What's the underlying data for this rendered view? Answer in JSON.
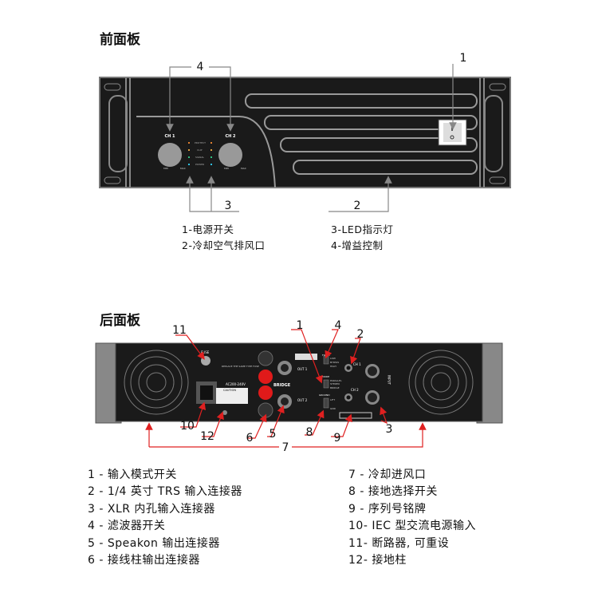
{
  "front": {
    "title": "前面板",
    "callouts": [
      "1",
      "2",
      "3",
      "4"
    ],
    "panel_labels": {
      "ch1": "CH 1",
      "ch2": "CH 2",
      "protect": "PROTECT",
      "clip": "CLIP",
      "signal": "SIGNAL",
      "power": "POWER",
      "min": "MIN",
      "max": "MAX"
    },
    "legend": [
      "1-电源开关",
      "2-冷却空气排风口",
      "3-LED指示灯",
      "4-增益控制"
    ]
  },
  "rear": {
    "title": "后面板",
    "callouts": [
      "1",
      "2",
      "3",
      "4",
      "5",
      "6",
      "7",
      "8",
      "9",
      "10",
      "11",
      "12"
    ],
    "panel_labels": {
      "fuse": "FUSE",
      "replace": "REPLACE THE SAME TYPE FUSE",
      "ac": "AC200-240V",
      "caution": "CAUTION",
      "bridge": "BRIDGE",
      "out1": "OUT 1",
      "out2": "OUT 2",
      "filter": "FILTER",
      "low": "LOW",
      "bypass": "BYPASS",
      "high": "HIGH",
      "mode": "MODE",
      "parallel": "PARALLEL",
      "stereo": "STEREO",
      "bridge2": "BRIDGE",
      "ground": "GROUND",
      "lift": "LIFT",
      "gnd": "GND",
      "ch1": "CH 1",
      "ch2": "CH 2",
      "input": "INPUT"
    },
    "legend_left": [
      "1 - 输入模式开关",
      "2 - 1/4 英寸 TRS 输入连接器",
      "3 - XLR 内孔输入连接器",
      "4 - 滤波器开关",
      "5 - Speakon 输出连接器",
      "6 - 接线柱输出连接器"
    ],
    "legend_right": [
      "7 - 冷却进风口",
      "8 - 接地选择开关",
      "9 - 序列号铭牌",
      "10- IEC 型交流电源输入",
      "11- 断路器, 可重设",
      "12- 接地柱"
    ]
  },
  "colors": {
    "panel": "#1a1a1a",
    "line": "#8a8a8a",
    "callout_red": "#e02020",
    "led_orange": "#e08030",
    "led_green": "#30c080",
    "led_cyan": "#30c0e0"
  }
}
